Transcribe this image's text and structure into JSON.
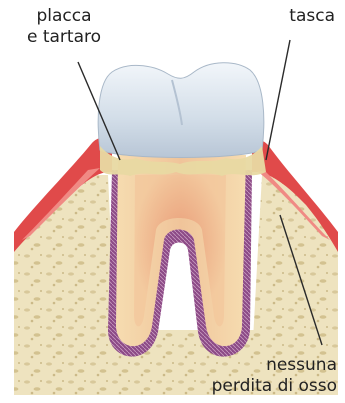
{
  "labels": {
    "plaque_line1": "placca",
    "plaque_line2": "e tartaro",
    "pocket": "tasca",
    "bone_line1": "nessuna",
    "bone_line2": "perdita di osso"
  },
  "colors": {
    "gum": "#e04a4a",
    "gum_light": "#f08a84",
    "bone": "#eee3bf",
    "bone_speckle": "#c9b98a",
    "enamel": "#d6e0ea",
    "root": "#f3cfa0",
    "root_core": "#e9a27e",
    "ligament": "#8c4a86",
    "tartar": "#e8d9a2",
    "leader": "#2a2a2a"
  }
}
